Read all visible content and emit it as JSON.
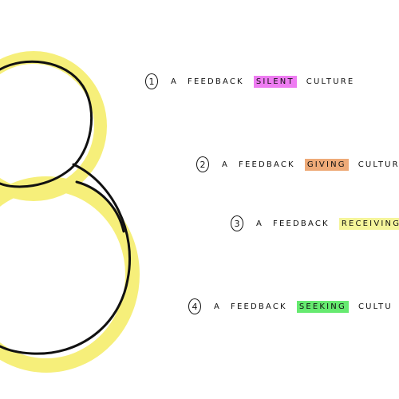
{
  "colors": {
    "outline": "#111111",
    "glow": "#f6ef7a",
    "silent": "#ee7cf2",
    "giving": "#eeaa78",
    "receiving": "#f5f59a",
    "seeking": "#66ea70"
  },
  "items": [
    {
      "number": "1",
      "article": "A",
      "word": "FEEDBACK",
      "highlight": "SILENT",
      "suffix": "CULTURE"
    },
    {
      "number": "2",
      "article": "A",
      "word": "FEEDBACK",
      "highlight": "GIVING",
      "suffix": "CULTURE"
    },
    {
      "number": "3",
      "article": "A",
      "word": "FEEDBACK",
      "highlight": "RECEIVING",
      "suffix": ""
    },
    {
      "number": "4",
      "article": "A",
      "word": "FEEDBACK",
      "highlight": "SEEKING",
      "suffix": "CULTU"
    }
  ]
}
